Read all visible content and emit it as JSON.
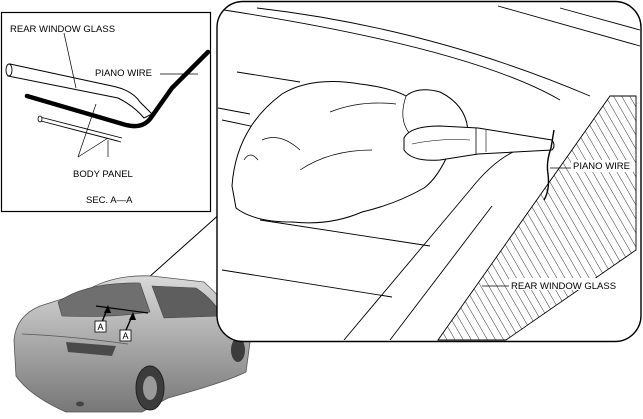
{
  "section_detail": {
    "rear_window_glass_label": "REAR WINDOW GLASS",
    "piano_wire_label": "PIANO WIRE",
    "body_panel_label": "BODY PANEL",
    "section_label": "SEC. A—A"
  },
  "car_view": {
    "section_marker_letter": "A"
  },
  "detail_view": {
    "piano_wire_label": "PIANO WIRE",
    "rear_window_glass_label": "REAR WINDOW GLASS"
  }
}
